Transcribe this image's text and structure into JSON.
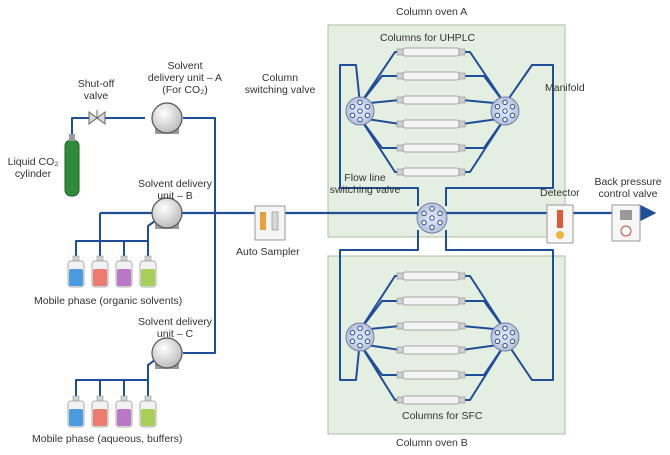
{
  "colors": {
    "line": "#1f4e99",
    "oven_fill": "#e4efe1",
    "oven_stroke": "#a9bfa3",
    "pump_fill": "#e8e8e8",
    "cylinder": "#2e8b3a",
    "bottles": [
      "#4a9be0",
      "#ee7b72",
      "#b978c6",
      "#a8cf5a"
    ]
  },
  "labels": {
    "oven_a": "Column oven A",
    "oven_b": "Column oven B",
    "columns_uhplc": "Columns for UHPLC",
    "columns_sfc": "Columns for SFC",
    "column_switching_valve": [
      "Column",
      "switching valve"
    ],
    "manifold": "Manifold",
    "flow_line_switching_valve": [
      "Flow line",
      "switching valve"
    ],
    "shutoff_valve": [
      "Shut-off",
      "valve"
    ],
    "solvent_unit_a": [
      "Solvent",
      "delivery unit – A",
      "(For CO₂)"
    ],
    "solvent_unit_b": [
      "Solvent delivery",
      "unit – B"
    ],
    "solvent_unit_c": [
      "Solvent delivery",
      "unit – C"
    ],
    "liquid_co2": [
      "Liquid CO₂",
      "cylinder"
    ],
    "auto_sampler": "Auto Sampler",
    "detector": "Detector",
    "back_pressure": [
      "Back pressure",
      "control valve"
    ],
    "mobile_phase_organic": "Mobile phase (organic solvents)",
    "mobile_phase_aqueous": "Mobile phase (aqueous, buffers)"
  }
}
